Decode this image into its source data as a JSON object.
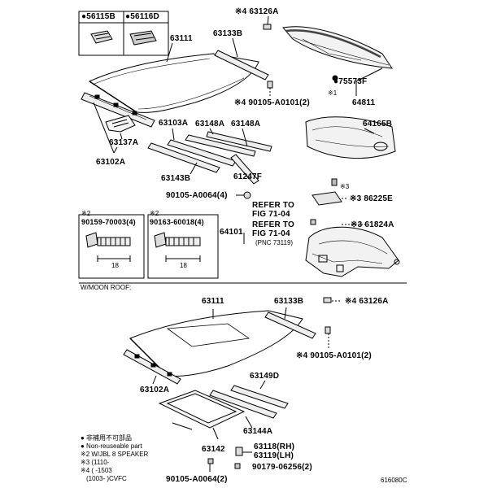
{
  "parts": {
    "p56115B": "●56115B",
    "p56116D": "●56116D",
    "p63111_top": "63111",
    "p63133B_top": "63133B",
    "p63126A_top": "※4 63126A",
    "p75573F": "●75573F",
    "mark1": "※1",
    "p90105A0101_top": "※4 90105-A0101(2)",
    "p64811": "64811",
    "p63103A": "63103A",
    "p63148A_1": "63148A",
    "p63148A_2": "63148A",
    "p64165B": "64165B",
    "p63137A": "63137A",
    "p63102A_top": "63102A",
    "p63143B": "63143B",
    "p61247F": "61247F",
    "p90105A0064_top": "90105-A0064(4)",
    "p86225E": "※3 86225E",
    "mark3": "※3",
    "refer1_a": "REFER TO",
    "refer1_b": "FIG 71-04",
    "refer2_a": "REFER TO",
    "refer2_b": "FIG 71-04",
    "refer2_c": "(PNC 73119)",
    "p61824A": "※3 61824A",
    "p64101": "64101",
    "mark2_left": "※2",
    "p90159": "90159-70003(4)",
    "mark2_right": "※2",
    "p90163": "90163-60018(4)",
    "dim_left": "18",
    "dim_right": "18",
    "wagon_roof": "W/MOON ROOF:",
    "p63111_bot": "63111",
    "p63133B_bot": "63133B",
    "p63126A_bot": "※4 63126A",
    "p90105A0101_bot": "※4 90105-A0101(2)",
    "p63102A_bot": "63102A",
    "p63149D": "63149D",
    "p63144A": "63144A",
    "p63142": "63142",
    "p63118": "63118(RH)",
    "p63119": "63119(LH)",
    "p90105A0064_bot": "90105-A0064(2)",
    "p90179": "90179-06256(2)",
    "legend1": "● 非補用不可部品",
    "legend2": "● Non-reuseable part",
    "legend3": "※2 W/JBL 8 SPEAKER",
    "legend4": "※3 (1110-",
    "legend5": "※4 (    -1503",
    "legend6": "(1003-     )CVFC",
    "footer_code": "616080C"
  }
}
